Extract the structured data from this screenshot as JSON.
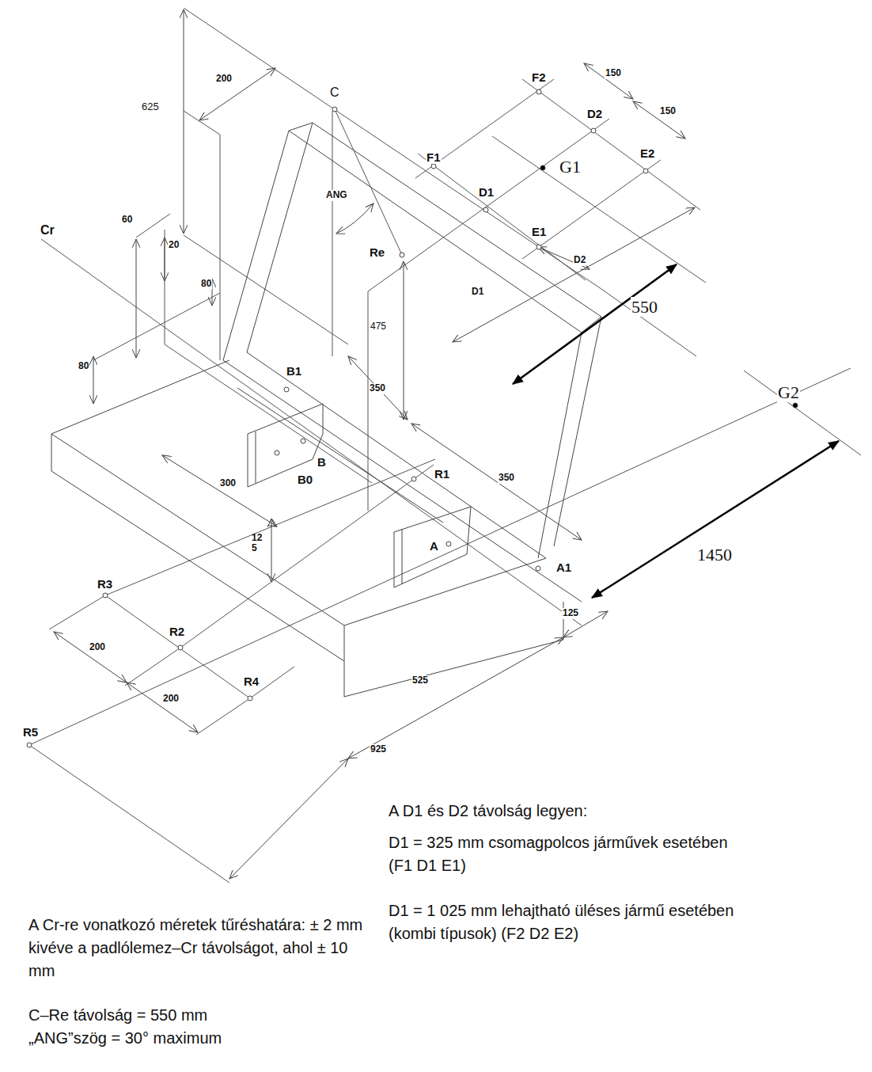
{
  "diagram": {
    "labels": [
      "625",
      "200",
      "C",
      "F2",
      "150",
      "150",
      "D2",
      "F1",
      "G1",
      "E2",
      "D1",
      "ANG",
      "60",
      "Cr",
      "20",
      "Re",
      "E1",
      "D2",
      "80",
      "D1",
      "550",
      "475",
      "80",
      "B1",
      "350",
      "B",
      "300",
      "B0",
      "R1",
      "350",
      "12 5",
      "A",
      "1450",
      "A1",
      "R3",
      "125",
      "200",
      "R2",
      "R4",
      "200",
      "525",
      "R5",
      "925",
      "G2",
      "A D1 és D2 távolság legyen:",
      "D1 = 325 mm csomagpolcos járművek esetében (F1 D1 E1)",
      "D1 = 1 025 mm lehajtható üléses jármű esetében (kombi típusok) (F2 D2 E2)",
      "A Cr-re vonatkozó méretek tűréshatára: ± 2 mm kivéve a padlólemez–Cr távolságot, ahol ± 10 mm",
      "C–Re távolság = 550 mm „ANG”szög = 30° maximum"
    ]
  }
}
